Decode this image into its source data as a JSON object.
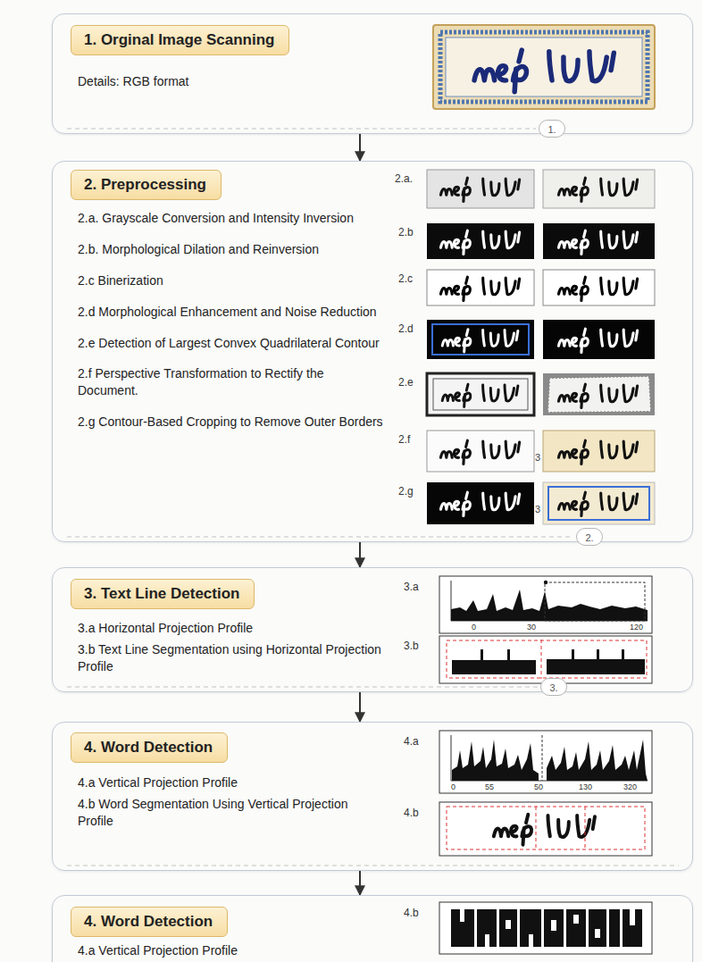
{
  "diagram": {
    "nodes": [
      {
        "text": [
          "Details: RGB format"
        ]
      },
      {
        "text": [
          "1. Orginal Image Scanning"
        ],
        "in": 0
      },
      {
        "text": [
          "2.a. Grayscale Conversion and Intensity Inversion",
          "2.b. Morphological Dilation and Reinversion",
          "2.c Binerization",
          "2.d Morphological Enhancement and Noise Reduction",
          "2.e Detection of Largest Convex Quadrilateral Contour",
          "2.f Perspective Transformation to Rectify the Document.",
          "2.g Contour-Based Cropping to Remove Outer Borders"
        ]
      },
      {
        "text": [
          "2. Preprocessing"
        ],
        "in": 2
      },
      {
        "text": [
          "3.a Horizontal Projection Profile",
          "3.b Text Line Segmentation using Horizontal Projection Profile"
        ]
      },
      {
        "text": [
          "3. Text Line Detection"
        ],
        "in": 4
      },
      {
        "text": [
          "4.a Vertical Projection Profile",
          "4.b Word Segmentation Using Vertical Projection Profile"
        ]
      },
      {
        "text": [
          "4. Word Detection"
        ],
        "in": 6
      },
      {
        "text": [
          "4.a Vertical Projection Profile"
        ]
      },
      {
        "text": [
          "4. Word Detection"
        ],
        "in": 8
      }
    ],
    "edges": [
      {
        "from": 0,
        "to": 2,
        "arrow": "to"
      },
      {
        "from": 2,
        "to": 4,
        "arrow": "to"
      },
      {
        "from": 4,
        "to": 6,
        "arrow": "to"
      },
      {
        "from": 6,
        "to": 8,
        "arrow": "to"
      }
    ],
    "labels": [
      "1.",
      "2.a.",
      "2.b",
      "2.c",
      "2.d",
      "2.e",
      "2.f",
      "3",
      "2.g",
      "3",
      "2.",
      "3.a",
      "0",
      "30",
      "120",
      "3.b",
      "3.",
      "4.a",
      "0",
      "55",
      "50",
      "130",
      "320",
      "4.b",
      "4.b"
    ]
  }
}
